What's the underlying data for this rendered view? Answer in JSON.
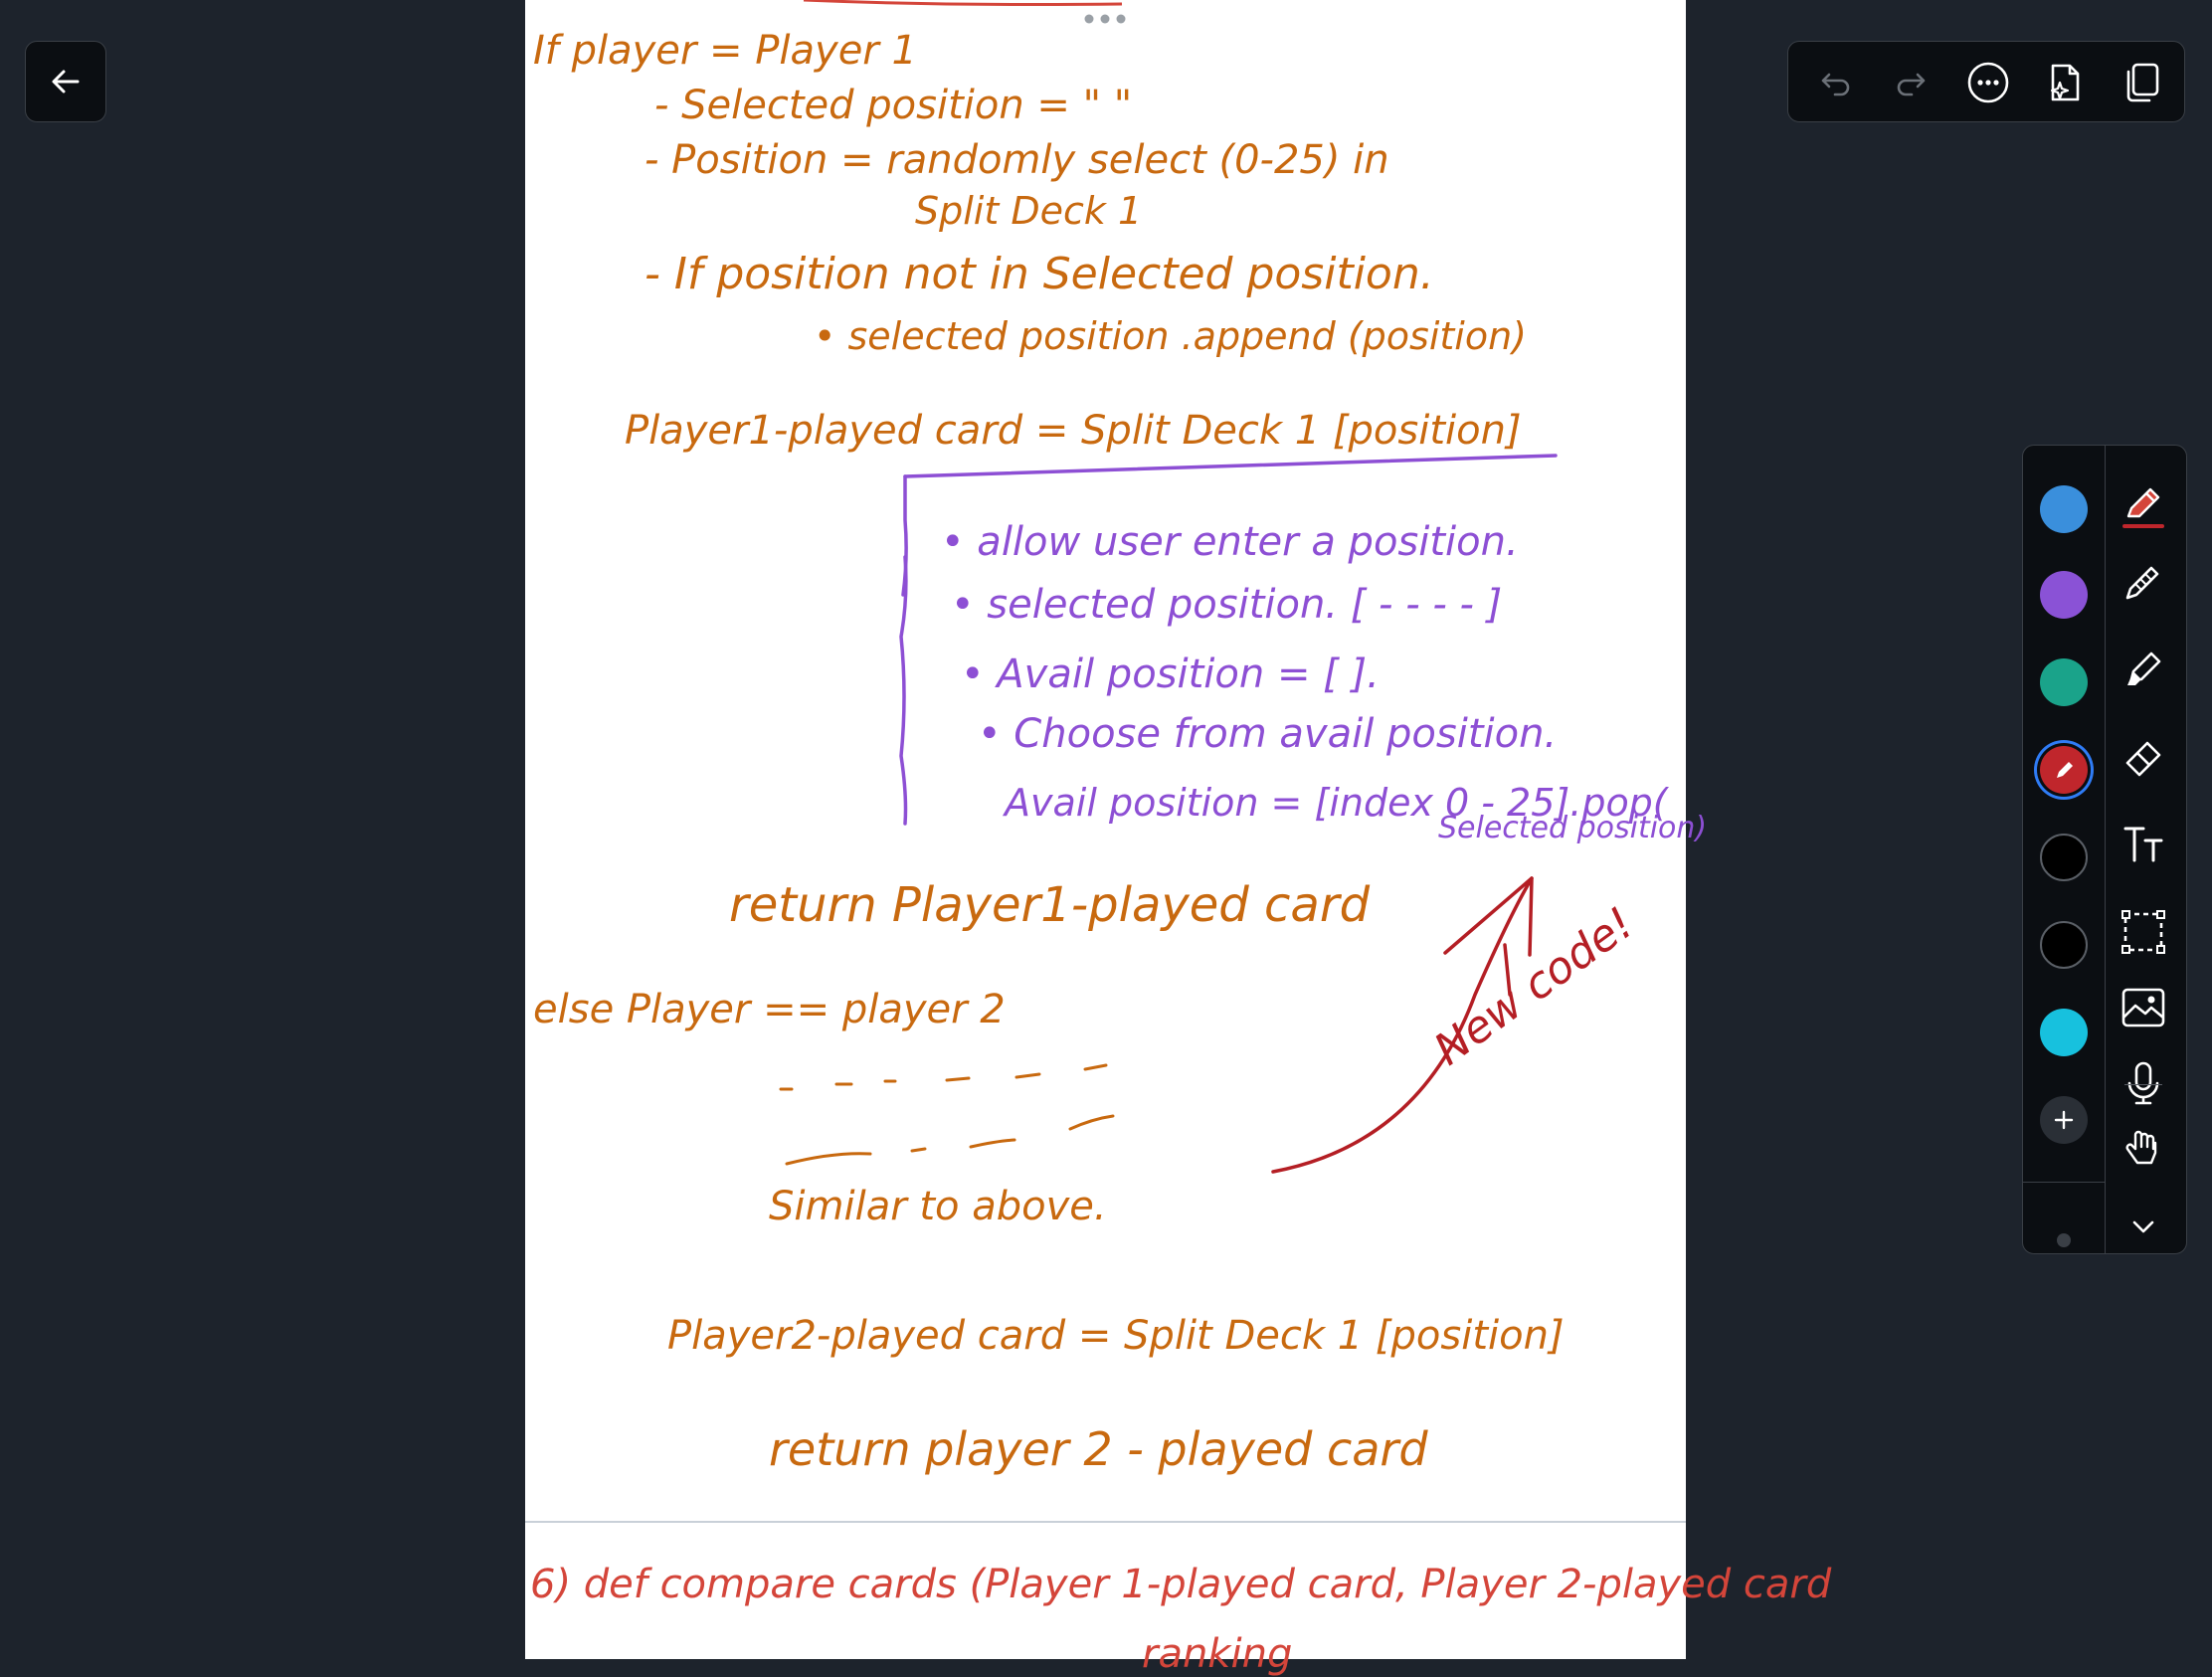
{
  "notes": {
    "line1": "If player = Player 1",
    "line2": "- Selected position = \" \"",
    "line3": "- Position = randomly select (0-25) in",
    "line4": "Split Deck 1",
    "line5": "- If position not in Selected position.",
    "line6": "• selected position .append (position)",
    "line7": "Player1-played card = Split Deck 1 [position]",
    "box1": "• allow user enter a position.",
    "box2": "• selected position. [ - - - - ]",
    "box3": "• Avail position = [           ].",
    "box4": "• Choose from avail position.",
    "box5": "Avail position = [index 0 - 25].pop(",
    "box6": "Selected position)",
    "line8": "return Player1-played card",
    "line9": "else  Player == player 2",
    "line10": "Similar to above.",
    "annotation": "New code!",
    "line11": "Player2-played card = Split Deck 1 [position]",
    "line12": "return player 2 - played card",
    "line13": "6) def compare cards (Player 1-played card, Player 2-played card",
    "line14": "ranking"
  },
  "palette": {
    "colors": [
      "#3a8fdc",
      "#8a52d6",
      "#1aa38a",
      "#c0262c",
      "#000000",
      "#000000",
      "#17c1de"
    ],
    "selected_index": 3
  },
  "icons": {
    "back": "back-arrow-icon",
    "undo": "undo-icon",
    "redo": "redo-icon",
    "more": "more-icon",
    "ai": "ai-sparkle-page-icon",
    "pages": "pages-icon",
    "pen": "pen-icon",
    "pencil": "pencil-icon",
    "highlighter": "highlighter-icon",
    "eraser": "eraser-icon",
    "text": "text-tool-icon",
    "lasso": "lasso-select-icon",
    "image": "image-icon",
    "mic": "microphone-icon",
    "touch": "touch-hand-icon",
    "collapse": "chevron-down-icon",
    "add": "add-color-icon"
  }
}
